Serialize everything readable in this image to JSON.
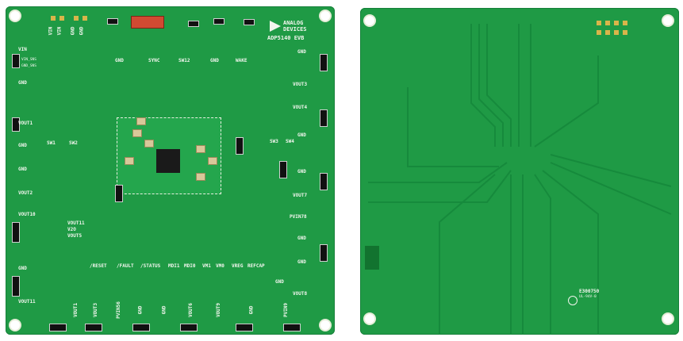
{
  "photo": {
    "description_labels": "Top and bottom views of an evaluation board"
  },
  "board_top": {
    "brand_line1": "ANALOG",
    "brand_line2": "DEVICES",
    "model": "ADP5140 EVB",
    "labels": {
      "vin1": "VIN",
      "vin2": "VIN",
      "gnd_a": "GND",
      "gnd_b": "GND",
      "vin_left": "VIN",
      "vin_sns": "VIN_SNS",
      "gnd_sns": "GND_SNS",
      "gnd_left1": "GND",
      "vout1": "VOUT1",
      "gnd_left2": "GND",
      "gnd_left3": "GND",
      "vout2": "VOUT2",
      "vout10": "VOUT10",
      "vout11_out": "VOUT11",
      "v2o": "V2O",
      "vout5": "VOUT5",
      "gnd_left4": "GND",
      "vout11": "VOUT11",
      "gnd_tp": "GND",
      "sync": "SYNC",
      "sw12": "SW12",
      "gnd_tp2": "GND",
      "wake": "WAKE",
      "sw1": "SW1",
      "sw2": "SW2",
      "sw3": "SW3",
      "sw4": "SW4",
      "gnd_r1": "GND",
      "vout3": "VOUT3",
      "vout4": "VOUT4",
      "gnd_r2": "GND",
      "gnd_r3": "GND",
      "vout7": "VOUT7",
      "pvin78": "PVIN78",
      "gnd_r4": "GND",
      "gnd_r5": "GND",
      "vout8": "VOUT8",
      "reset": "/RESET",
      "fault": "/FAULT",
      "status": "/STATUS",
      "mdi1": "MDI1",
      "mdi0": "MDI0",
      "vm1": "VM1",
      "vm0": "VM0",
      "vreg": "VREG",
      "refcap": "REFCAP",
      "gnd_bot": "GND",
      "vout1_b": "VOUT1",
      "vout3_b": "VOUT3",
      "pvin56": "PVIN56",
      "gnd_b1": "GND",
      "gnd_b2": "GND",
      "vout6": "VOUT6",
      "vout9": "VOUT9",
      "gnd_b3": "GND",
      "pvin9": "PVIN9"
    }
  },
  "board_bottom": {
    "code": "E300750",
    "marking": "UL-94V-0"
  }
}
